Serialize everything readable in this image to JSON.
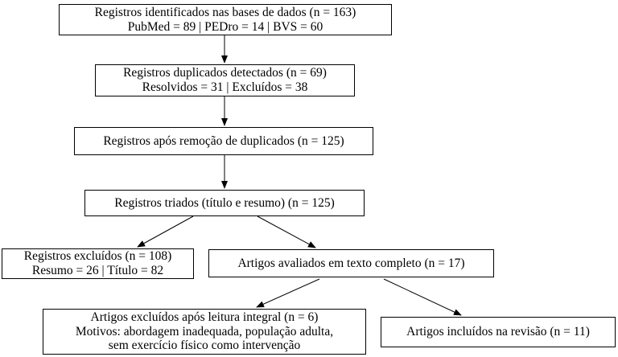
{
  "flowchart": {
    "nodes": [
      {
        "id": "identified",
        "lines": [
          "Registros identificados nas bases de dados (n = 163)",
          "PubMed = 89 | PEDro = 14 | BVS = 60"
        ]
      },
      {
        "id": "duplicates-detected",
        "lines": [
          "Registros duplicados detectados (n = 69)",
          "Resolvidos = 31 | Excluídos = 38"
        ]
      },
      {
        "id": "after-duplicates-removed",
        "lines": [
          "Registros após remoção de duplicados (n = 125)"
        ]
      },
      {
        "id": "screened",
        "lines": [
          "Registros triados (título e resumo) (n = 125)"
        ]
      },
      {
        "id": "records-excluded",
        "lines": [
          "Registros excluídos (n = 108)",
          "Resumo = 26 | Título = 82"
        ]
      },
      {
        "id": "fulltext-assessed",
        "lines": [
          "Artigos avaliados em texto completo (n = 17)"
        ]
      },
      {
        "id": "fulltext-excluded",
        "lines": [
          "Artigos excluídos após leitura integral (n = 6)",
          "Motivos: abordagem inadequada, população adulta,",
          "sem exercício físico como intervenção"
        ]
      },
      {
        "id": "included",
        "lines": [
          "Artigos incluídos na revisão (n = 11)"
        ]
      }
    ],
    "edges": [
      {
        "from": "identified",
        "to": "duplicates-detected"
      },
      {
        "from": "duplicates-detected",
        "to": "after-duplicates-removed"
      },
      {
        "from": "after-duplicates-removed",
        "to": "screened"
      },
      {
        "from": "screened",
        "to": "records-excluded"
      },
      {
        "from": "screened",
        "to": "fulltext-assessed"
      },
      {
        "from": "fulltext-assessed",
        "to": "fulltext-excluded"
      },
      {
        "from": "fulltext-assessed",
        "to": "included"
      }
    ],
    "colors": {
      "node_border": "#000000",
      "node_fill": "#ffffff",
      "text": "#000000",
      "arrow": "#000000",
      "background": "#ffffff"
    }
  }
}
